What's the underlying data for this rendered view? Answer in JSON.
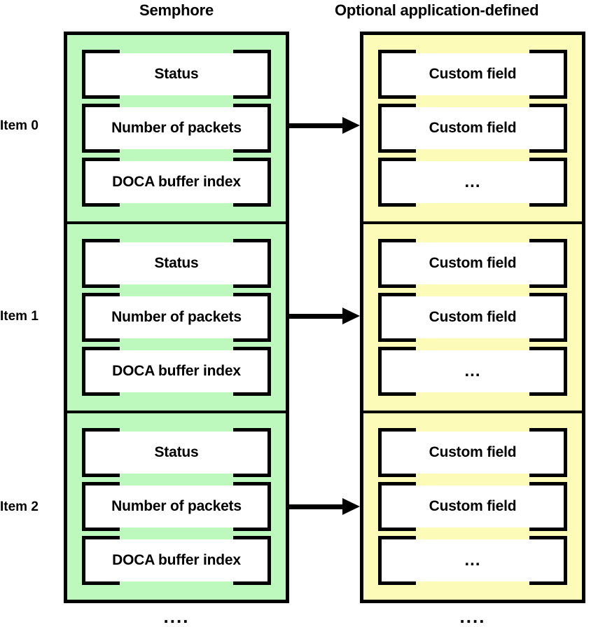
{
  "headers": {
    "left": "Semphore",
    "right": "Optional application-defined"
  },
  "item_labels": [
    "Item 0",
    "Item 1",
    "Item 2"
  ],
  "colors": {
    "semaphore_fill": "#bdf8bd",
    "optional_fill": "#fdfbb8",
    "stroke": "#000000",
    "field_fill": "#ffffff"
  },
  "semaphore_items": [
    {
      "fields": [
        "Status",
        "Number of packets",
        "DOCA buffer index"
      ]
    },
    {
      "fields": [
        "Status",
        "Number of packets",
        "DOCA buffer index"
      ]
    },
    {
      "fields": [
        "Status",
        "Number of packets",
        "DOCA buffer index"
      ]
    }
  ],
  "optional_items": [
    {
      "fields": [
        "Custom field",
        "Custom field",
        "..."
      ]
    },
    {
      "fields": [
        "Custom field",
        "Custom field",
        "..."
      ]
    },
    {
      "fields": [
        "Custom field",
        "Custom field",
        "..."
      ]
    }
  ],
  "continuation": {
    "left": "....",
    "right": "...."
  }
}
